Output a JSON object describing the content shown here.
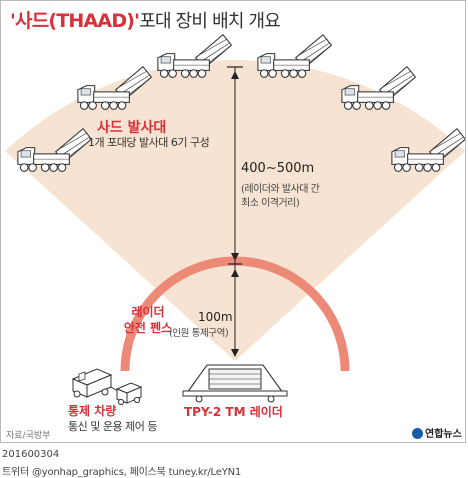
{
  "title": {
    "quoted": "'사드(THAAD)'",
    "rest": "포대 장비 배치 개요"
  },
  "launchers": {
    "label": "사드 발사대",
    "desc": "1개 포대당 발사대 6기 구성"
  },
  "range": {
    "value": "400∼500m",
    "note_line1": "(레이더와 발사대 간",
    "note_line2": "최소 이격거리)"
  },
  "fence": {
    "line1": "레이더",
    "line2": "안전 펜스"
  },
  "near_zone": {
    "value": "100m",
    "note": "(인원 통제구역)"
  },
  "control_vehicle": {
    "label": "통제 차량",
    "desc": "통신 및 운용 제어 등"
  },
  "radar": {
    "label": "TPY-2 TM 레이더"
  },
  "source": "자료/국방부",
  "logo": "연합뉴스",
  "footer": {
    "code": "201600304",
    "social": "트위터 @yonhap_graphics, 페이스북 tuney.kr/LeYN1"
  },
  "colors": {
    "fan": "#f6e3d1",
    "fence": "#ed8a77",
    "accent": "#d9303a",
    "vehicle": "#ffffff",
    "outline": "#333333"
  },
  "icons": [
    "launcher-truck-icon",
    "radar-trailer-icon",
    "control-vehicle-icon"
  ]
}
